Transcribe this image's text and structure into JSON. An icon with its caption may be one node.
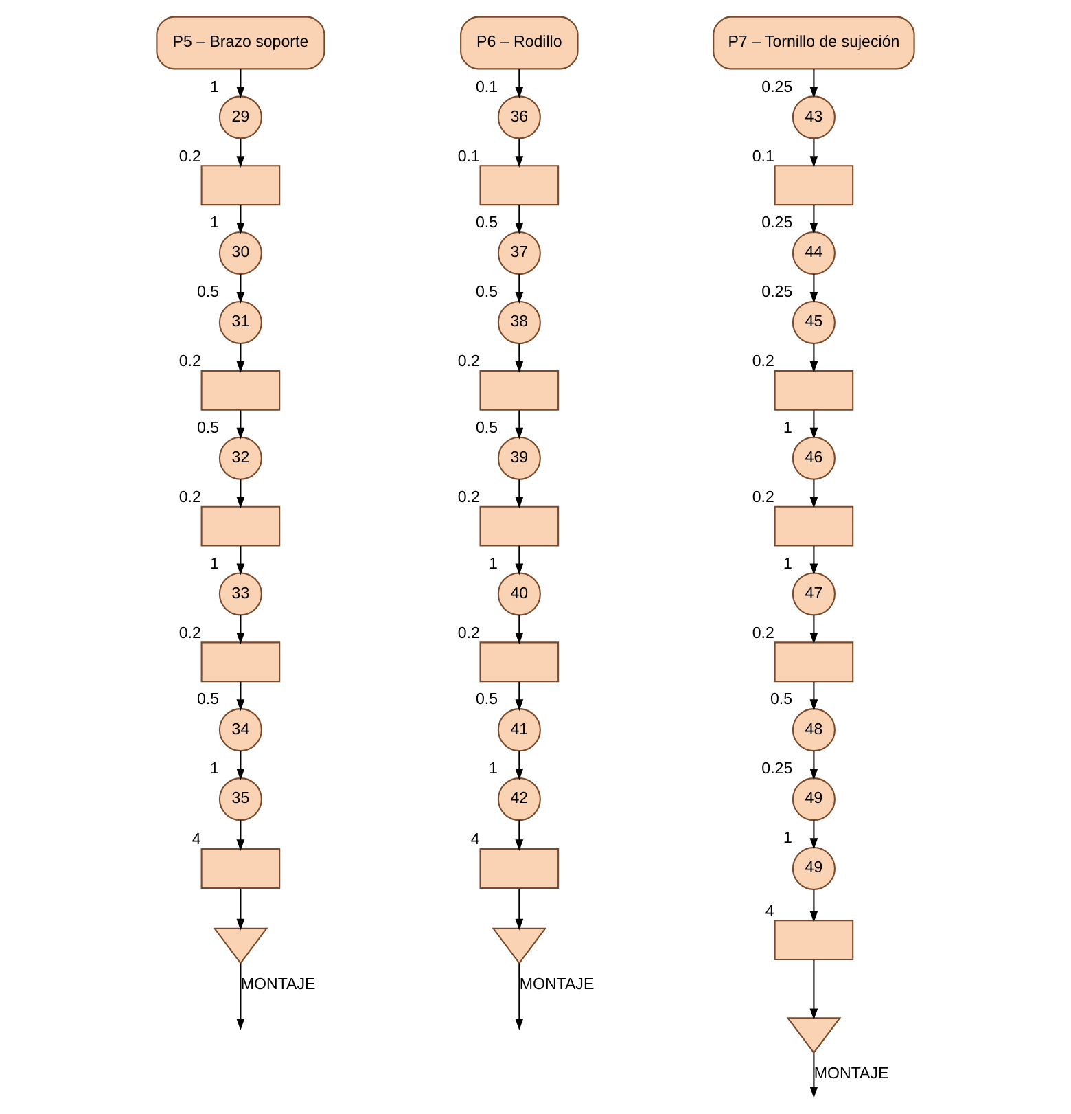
{
  "diagram": {
    "nodes": [
      {
        "text": [
          "P5 – Brazo soporte"
        ]
      },
      {
        "text": [
          "29"
        ],
        "beside": [
          "1"
        ]
      },
      {
        "text": [],
        "shape": "box",
        "beside": [
          "0.2"
        ]
      },
      {
        "text": [
          "30"
        ],
        "beside": [
          "1"
        ]
      },
      {
        "text": [
          "31"
        ],
        "beside": [
          "0.5"
        ]
      },
      {
        "text": [],
        "shape": "box",
        "beside": [
          "0.2"
        ]
      },
      {
        "text": [
          "32"
        ],
        "beside": [
          "0.5"
        ]
      },
      {
        "text": [],
        "shape": "box",
        "beside": [
          "0.2"
        ]
      },
      {
        "text": [
          "33"
        ],
        "beside": [
          "1"
        ]
      },
      {
        "text": [],
        "shape": "box",
        "beside": [
          "0.2"
        ]
      },
      {
        "text": [
          "34"
        ],
        "beside": [
          "0.5"
        ]
      },
      {
        "text": [
          "35"
        ],
        "beside": [
          "1"
        ]
      },
      {
        "text": [],
        "shape": "box",
        "beside": [
          "4"
        ]
      },
      {
        "text": [],
        "shape": "triangle"
      },
      {
        "text": [
          "P6 – Rodillo"
        ]
      },
      {
        "text": [
          "36"
        ],
        "beside": [
          "0.1"
        ]
      },
      {
        "text": [],
        "shape": "box",
        "beside": [
          "0.1"
        ]
      },
      {
        "text": [
          "37"
        ],
        "beside": [
          "0.5"
        ]
      },
      {
        "text": [
          "38"
        ],
        "beside": [
          "0.5"
        ]
      },
      {
        "text": [],
        "shape": "box",
        "beside": [
          "0.2"
        ]
      },
      {
        "text": [
          "39"
        ],
        "beside": [
          "0.5"
        ]
      },
      {
        "text": [],
        "shape": "box",
        "beside": [
          "0.2"
        ]
      },
      {
        "text": [
          "40"
        ],
        "beside": [
          "1"
        ]
      },
      {
        "text": [],
        "shape": "box",
        "beside": [
          "0.2"
        ]
      },
      {
        "text": [
          "41"
        ],
        "beside": [
          "0.5"
        ]
      },
      {
        "text": [
          "42"
        ],
        "beside": [
          "1"
        ]
      },
      {
        "text": [],
        "shape": "box",
        "beside": [
          "4"
        ]
      },
      {
        "text": [],
        "shape": "triangle"
      },
      {
        "text": [
          "P7 – Tornillo de sujeción"
        ]
      },
      {
        "text": [
          "43"
        ],
        "beside": [
          "0.25"
        ]
      },
      {
        "text": [],
        "shape": "box",
        "beside": [
          "0.1"
        ]
      },
      {
        "text": [
          "44"
        ],
        "beside": [
          "0.25"
        ]
      },
      {
        "text": [
          "45"
        ],
        "beside": [
          "0.25"
        ]
      },
      {
        "text": [],
        "shape": "box",
        "beside": [
          "0.2"
        ]
      },
      {
        "text": [
          "46"
        ],
        "beside": [
          "1"
        ]
      },
      {
        "text": [],
        "shape": "box",
        "beside": [
          "0.2"
        ]
      },
      {
        "text": [
          "47"
        ],
        "beside": [
          "1"
        ]
      },
      {
        "text": [],
        "shape": "box",
        "beside": [
          "0.2"
        ]
      },
      {
        "text": [
          "48"
        ],
        "beside": [
          "0.5"
        ]
      },
      {
        "text": [
          "49"
        ],
        "beside": [
          "0.25"
        ]
      },
      {
        "text": [
          "49"
        ],
        "beside": [
          "1"
        ]
      },
      {
        "text": [],
        "shape": "box",
        "beside": [
          "4"
        ]
      },
      {
        "text": [],
        "shape": "triangle"
      }
    ],
    "edges": [
      {
        "from": 0,
        "to": 1,
        "arrow": "to"
      },
      {
        "from": 1,
        "to": 2,
        "arrow": "to"
      },
      {
        "from": 2,
        "to": 3,
        "arrow": "to"
      },
      {
        "from": 3,
        "to": 4,
        "arrow": "to"
      },
      {
        "from": 4,
        "to": 5,
        "arrow": "to"
      },
      {
        "from": 5,
        "to": 6,
        "arrow": "to"
      },
      {
        "from": 6,
        "to": 7,
        "arrow": "to"
      },
      {
        "from": 7,
        "to": 8,
        "arrow": "to"
      },
      {
        "from": 8,
        "to": 9,
        "arrow": "to"
      },
      {
        "from": 9,
        "to": 10,
        "arrow": "to"
      },
      {
        "from": 10,
        "to": 11,
        "arrow": "to"
      },
      {
        "from": 11,
        "to": 12,
        "arrow": "to"
      },
      {
        "from": 12,
        "to": 13,
        "arrow": "to"
      },
      {
        "from": 13,
        "to": null,
        "arrow": "to",
        "label": "MONTAJE"
      },
      {
        "from": 14,
        "to": 15,
        "arrow": "to"
      },
      {
        "from": 15,
        "to": 16,
        "arrow": "to"
      },
      {
        "from": 16,
        "to": 17,
        "arrow": "to"
      },
      {
        "from": 17,
        "to": 18,
        "arrow": "to"
      },
      {
        "from": 18,
        "to": 19,
        "arrow": "to"
      },
      {
        "from": 19,
        "to": 20,
        "arrow": "to"
      },
      {
        "from": 20,
        "to": 21,
        "arrow": "to"
      },
      {
        "from": 21,
        "to": 22,
        "arrow": "to"
      },
      {
        "from": 22,
        "to": 23,
        "arrow": "to"
      },
      {
        "from": 23,
        "to": 24,
        "arrow": "to"
      },
      {
        "from": 24,
        "to": 25,
        "arrow": "to"
      },
      {
        "from": 25,
        "to": 26,
        "arrow": "to"
      },
      {
        "from": 26,
        "to": 27,
        "arrow": "to"
      },
      {
        "from": 27,
        "to": null,
        "arrow": "to",
        "label": "MONTAJE"
      },
      {
        "from": 28,
        "to": 29,
        "arrow": "to"
      },
      {
        "from": 29,
        "to": 30,
        "arrow": "to"
      },
      {
        "from": 30,
        "to": 31,
        "arrow": "to"
      },
      {
        "from": 31,
        "to": 32,
        "arrow": "to"
      },
      {
        "from": 32,
        "to": 33,
        "arrow": "to"
      },
      {
        "from": 33,
        "to": 34,
        "arrow": "to"
      },
      {
        "from": 34,
        "to": 35,
        "arrow": "to"
      },
      {
        "from": 35,
        "to": 36,
        "arrow": "to"
      },
      {
        "from": 36,
        "to": 37,
        "arrow": "to"
      },
      {
        "from": 37,
        "to": 38,
        "arrow": "to"
      },
      {
        "from": 38,
        "to": 39,
        "arrow": "to"
      },
      {
        "from": 39,
        "to": 40,
        "arrow": "to"
      },
      {
        "from": 40,
        "to": 41,
        "arrow": "to"
      },
      {
        "from": 41,
        "to": 42,
        "arrow": "to"
      },
      {
        "from": 42,
        "to": null,
        "arrow": "to",
        "label": "MONTAJE"
      }
    ]
  }
}
